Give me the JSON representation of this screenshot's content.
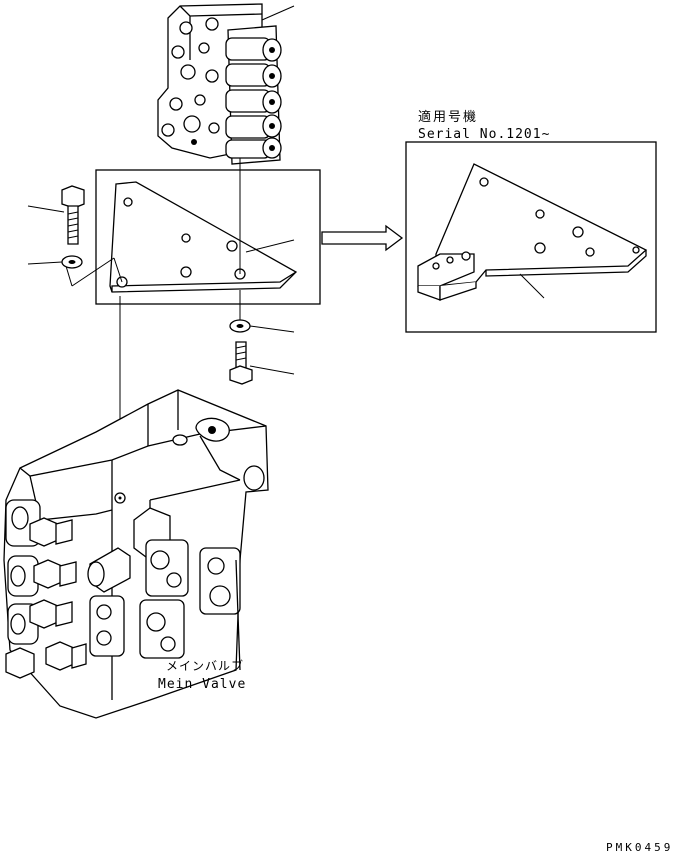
{
  "serial_note": {
    "line1": "適用号機",
    "line2": "Serial No.1201~"
  },
  "main_valve_label": {
    "jp": "メインバルブ",
    "en": "Mein Valve"
  },
  "drawing_code": "PMK0459",
  "callout_count": 7
}
